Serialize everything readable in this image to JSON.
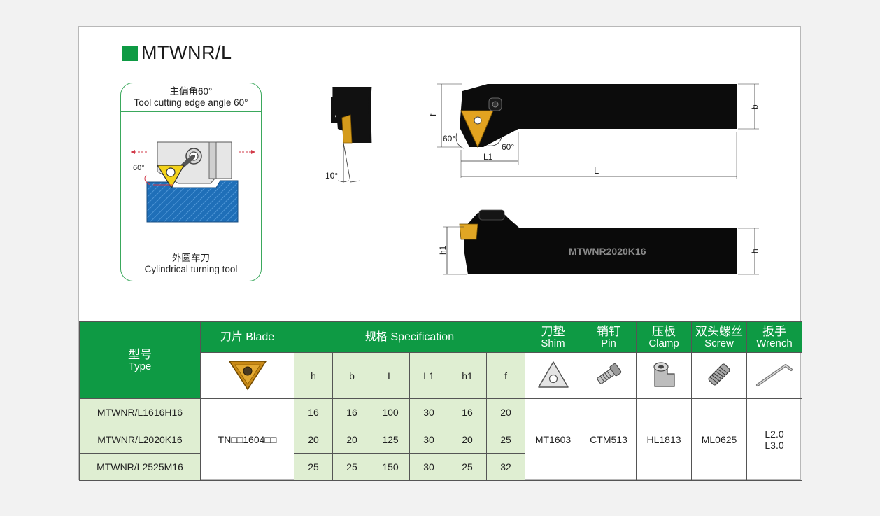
{
  "title": "MTWNR/L",
  "intro_box": {
    "top_zh": "主偏角60°",
    "top_en": "Tool cutting edge angle 60°",
    "bottom_zh": "外圆车刀",
    "bottom_en": "Cylindrical turning tool",
    "angle": "60°"
  },
  "dims": {
    "f": "f",
    "b": "b",
    "L": "L",
    "L1": "L1",
    "h": "h",
    "h1": "h1",
    "a60": "60°",
    "a10": "10°",
    "marking": "MTWNR2020K16"
  },
  "table": {
    "type_zh": "型号",
    "type_en": "Type",
    "blade": "刀片 Blade",
    "spec": "规格 Specification",
    "shim_zh": "刀垫",
    "shim_en": "Shim",
    "pin_zh": "销钉",
    "pin_en": "Pin",
    "clamp_zh": "压板",
    "clamp_en": "Clamp",
    "screw_zh": "双头螺丝",
    "screw_en": "Screw",
    "wrench_zh": "扳手",
    "wrench_en": "Wrench",
    "cols": [
      "h",
      "b",
      "L",
      "L1",
      "h1",
      "f"
    ],
    "rows": [
      {
        "type": "MTWNR/L1616H16",
        "vals": [
          "16",
          "16",
          "100",
          "30",
          "16",
          "20"
        ]
      },
      {
        "type": "MTWNR/L2020K16",
        "vals": [
          "20",
          "20",
          "125",
          "30",
          "20",
          "25"
        ]
      },
      {
        "type": "MTWNR/L2525M16",
        "vals": [
          "25",
          "25",
          "150",
          "30",
          "25",
          "32"
        ]
      }
    ],
    "blade_code": "TN□□1604□□",
    "shim": "MT1603",
    "pin": "CTM513",
    "clamp": "HL1813",
    "screw": "ML0625",
    "wrench_1": "L2.0",
    "wrench_2": "L3.0"
  }
}
